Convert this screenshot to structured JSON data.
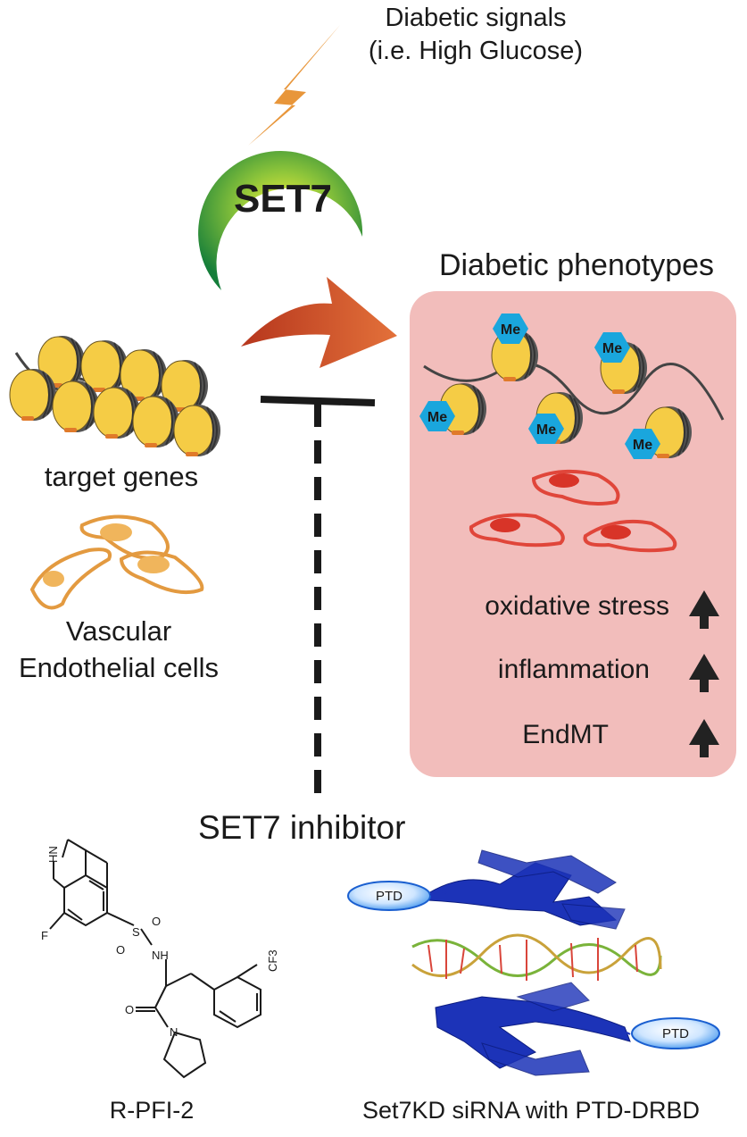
{
  "signal": {
    "line1": "Diabetic signals",
    "line2": "(i.e. High Glucose)"
  },
  "enzyme": {
    "label": "SET7"
  },
  "left_panel": {
    "genes_label": "target genes",
    "cells_label_line1": "Vascular",
    "cells_label_line2": "Endothelial cells"
  },
  "right_panel": {
    "title": "Diabetic phenotypes",
    "methyl_mark": "Me",
    "outcomes": [
      {
        "label": "oxidative stress",
        "direction": "up"
      },
      {
        "label": "inflammation",
        "direction": "up"
      },
      {
        "label": "EndMT",
        "direction": "up"
      }
    ]
  },
  "inhibitor": {
    "title": "SET7 inhibitor",
    "small_molecule": {
      "label": "R-PFI-2",
      "atoms": {
        "nh_ring": "HN",
        "fluorine": "F",
        "sulfonyl_s": "S",
        "oxygen": "O",
        "amide_nh": "NH",
        "cf3": "CF3",
        "nitrogen": "N"
      }
    },
    "sirna": {
      "label": "Set7KD siRNA with PTD-DRBD",
      "tag": "PTD"
    }
  },
  "colors": {
    "bolt": "#e8963a",
    "set7_center": "#f2ee3a",
    "set7_edge": "#1e8a3c",
    "arrow_start": "#c2401e",
    "arrow_end": "#e26a32",
    "panel_bg": "#f2bdbb",
    "nucleosome": "#f5cc45",
    "me_hex": "#1aa6dd",
    "cell_healthy": "#e39a40",
    "cell_disease": "#e0463a",
    "protein": "#1c33b8"
  }
}
